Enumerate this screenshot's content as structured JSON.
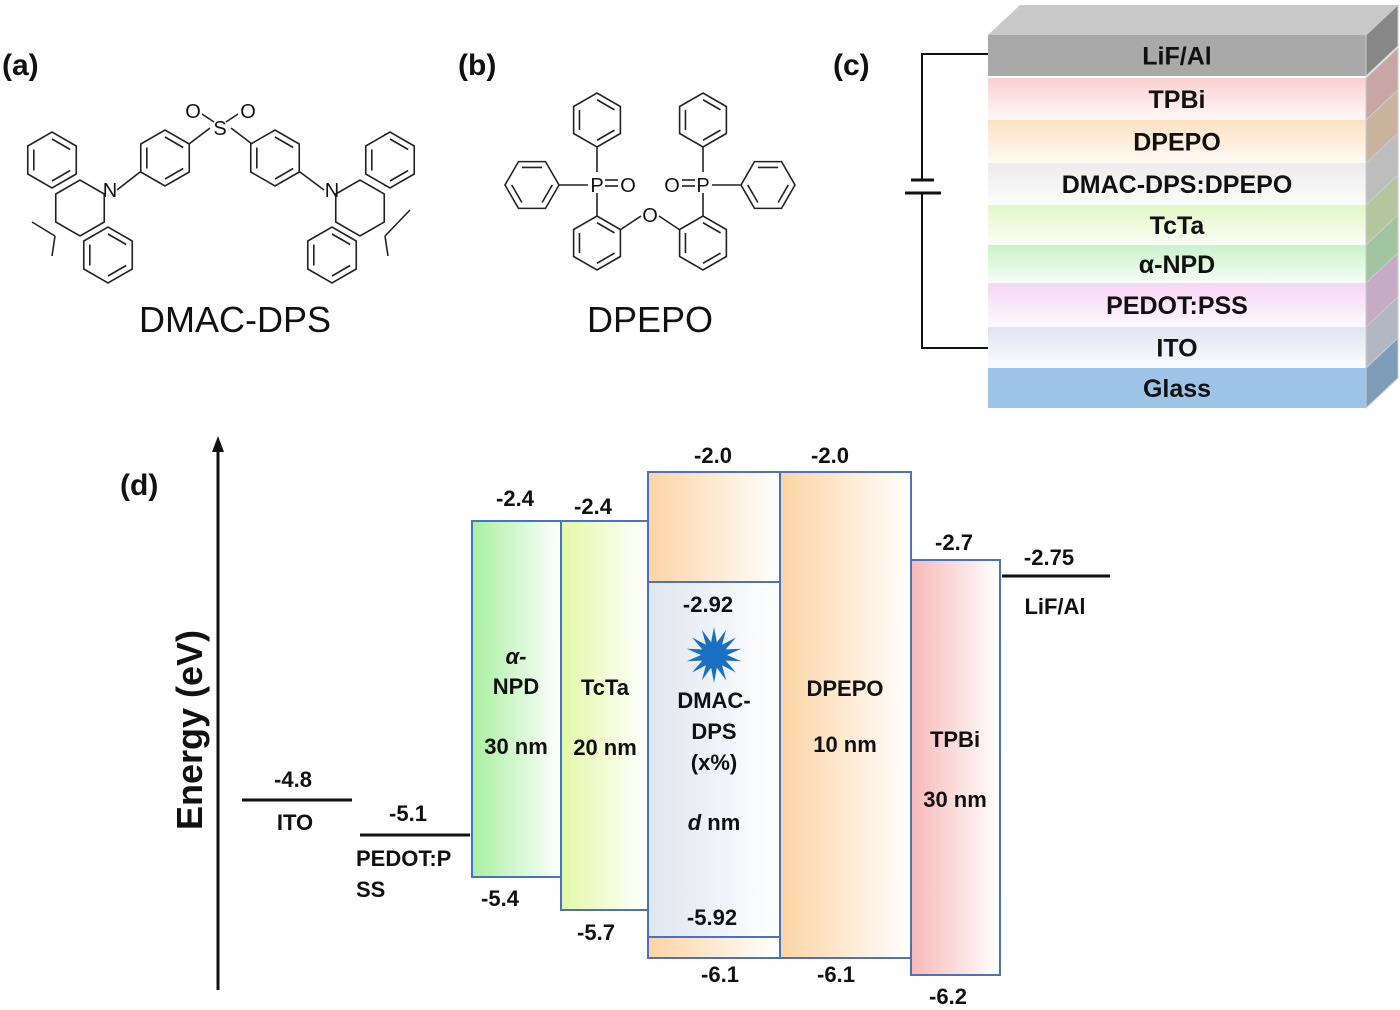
{
  "panels": {
    "a": "(a)",
    "b": "(b)",
    "c": "(c)",
    "d": "(d)"
  },
  "molecules": {
    "dmac_dps": {
      "name": "DMAC-DPS",
      "atoms": {
        "n": "N",
        "s": "S",
        "o": "O"
      }
    },
    "dpepo": {
      "name": "DPEPO",
      "atoms": {
        "p": "P",
        "o": "O"
      }
    }
  },
  "device_stack": {
    "layers": [
      {
        "label": "LiF/Al",
        "color": "#a9a9a9"
      },
      {
        "label": "TPBi",
        "color": "#fbd0d0"
      },
      {
        "label": "DPEPO",
        "color": "#fde0c4"
      },
      {
        "label": "DMAC-DPS:DPEPO",
        "color": "#ececec"
      },
      {
        "label": "TcTa",
        "color": "#e2f8c6"
      },
      {
        "label": "α-NPD",
        "color": "#c8f4c8"
      },
      {
        "label": "PEDOT:PSS",
        "color": "#f6d6f4"
      },
      {
        "label": "ITO",
        "color": "#dfe6f2"
      },
      {
        "label": "Glass",
        "color": "#9dc3e6"
      }
    ]
  },
  "energy_diagram": {
    "axis_label": "Energy (eV)",
    "electrodes": [
      {
        "name": "ITO",
        "level": "-4.8"
      },
      {
        "name_line1": "PEDOT:P",
        "name_line2": "SS",
        "level": "-5.1"
      },
      {
        "name": "LiF/Al",
        "level": "-2.75"
      }
    ],
    "layers": [
      {
        "name_line1": "α-",
        "name_line2": "NPD",
        "thickness": "30 nm",
        "lumo": "-2.4",
        "homo": "-5.4",
        "color": "#a8f0a0"
      },
      {
        "name": "TcTa",
        "thickness": "20 nm",
        "lumo": "-2.4",
        "homo": "-5.7",
        "color": "#e4f8a8"
      },
      {
        "name_line1": "DMAC-",
        "name_line2": "DPS",
        "name_line3": "(x%)",
        "thickness_var": "d",
        "thickness_unit": " nm",
        "lumo": "-2.92",
        "homo": "-5.92",
        "host_lumo": "-2.0",
        "host_homo": "-6.1",
        "color": "#dfe6ee"
      },
      {
        "name": "DPEPO",
        "thickness": "10 nm",
        "lumo": "-2.0",
        "homo": "-6.1",
        "color": "#fcd4a4"
      },
      {
        "name": "TPBi",
        "thickness": "30 nm",
        "lumo": "-2.7",
        "homo": "-6.2",
        "color": "#f8b8b8"
      }
    ],
    "emitter_color": "#1a6fc0"
  }
}
